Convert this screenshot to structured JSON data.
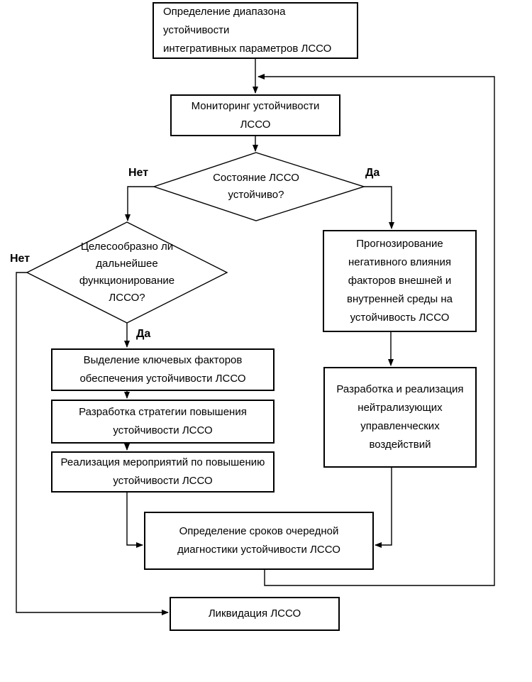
{
  "flowchart": {
    "nodes": {
      "define_range": {
        "label": "Определение диапазона устойчивости\nинтегративных параметров ЛССО"
      },
      "monitoring": {
        "label": "Мониторинг устойчивости\nЛССО"
      },
      "state_stable": {
        "label": "Состояние ЛССО\nустойчиво?"
      },
      "feasible": {
        "label": "Целесообразно ли\nдальнейшее\nфункционирование\nЛССО?"
      },
      "forecast": {
        "label": "Прогнозирование\nнегативного влияния\nфакторов внешней и\nвнутренней среды на\nустойчивость ЛССО"
      },
      "neutralize": {
        "label": "Разработка и реализация\nнейтрализующих\nуправленческих\nвоздействий"
      },
      "key_factors": {
        "label": "Выделение ключевых факторов\nобеспечения устойчивости ЛССО"
      },
      "strategy": {
        "label": "Разработка стратегии повышения\nустойчивости ЛССО"
      },
      "implementation": {
        "label": "Реализация мероприятий по повышению\nустойчивости ЛССО"
      },
      "next_diagnostics": {
        "label": "Определение сроков очередной\nдиагностики устойчивости ЛССО"
      },
      "liquidation": {
        "label": "Ликвидация ЛССО"
      }
    },
    "edge_labels": {
      "state_no": "Нет",
      "state_yes": "Да",
      "feasible_no": "Нет",
      "feasible_yes": "Да"
    },
    "colors": {
      "line": "#000000",
      "text": "#000000",
      "background": "#ffffff"
    }
  }
}
